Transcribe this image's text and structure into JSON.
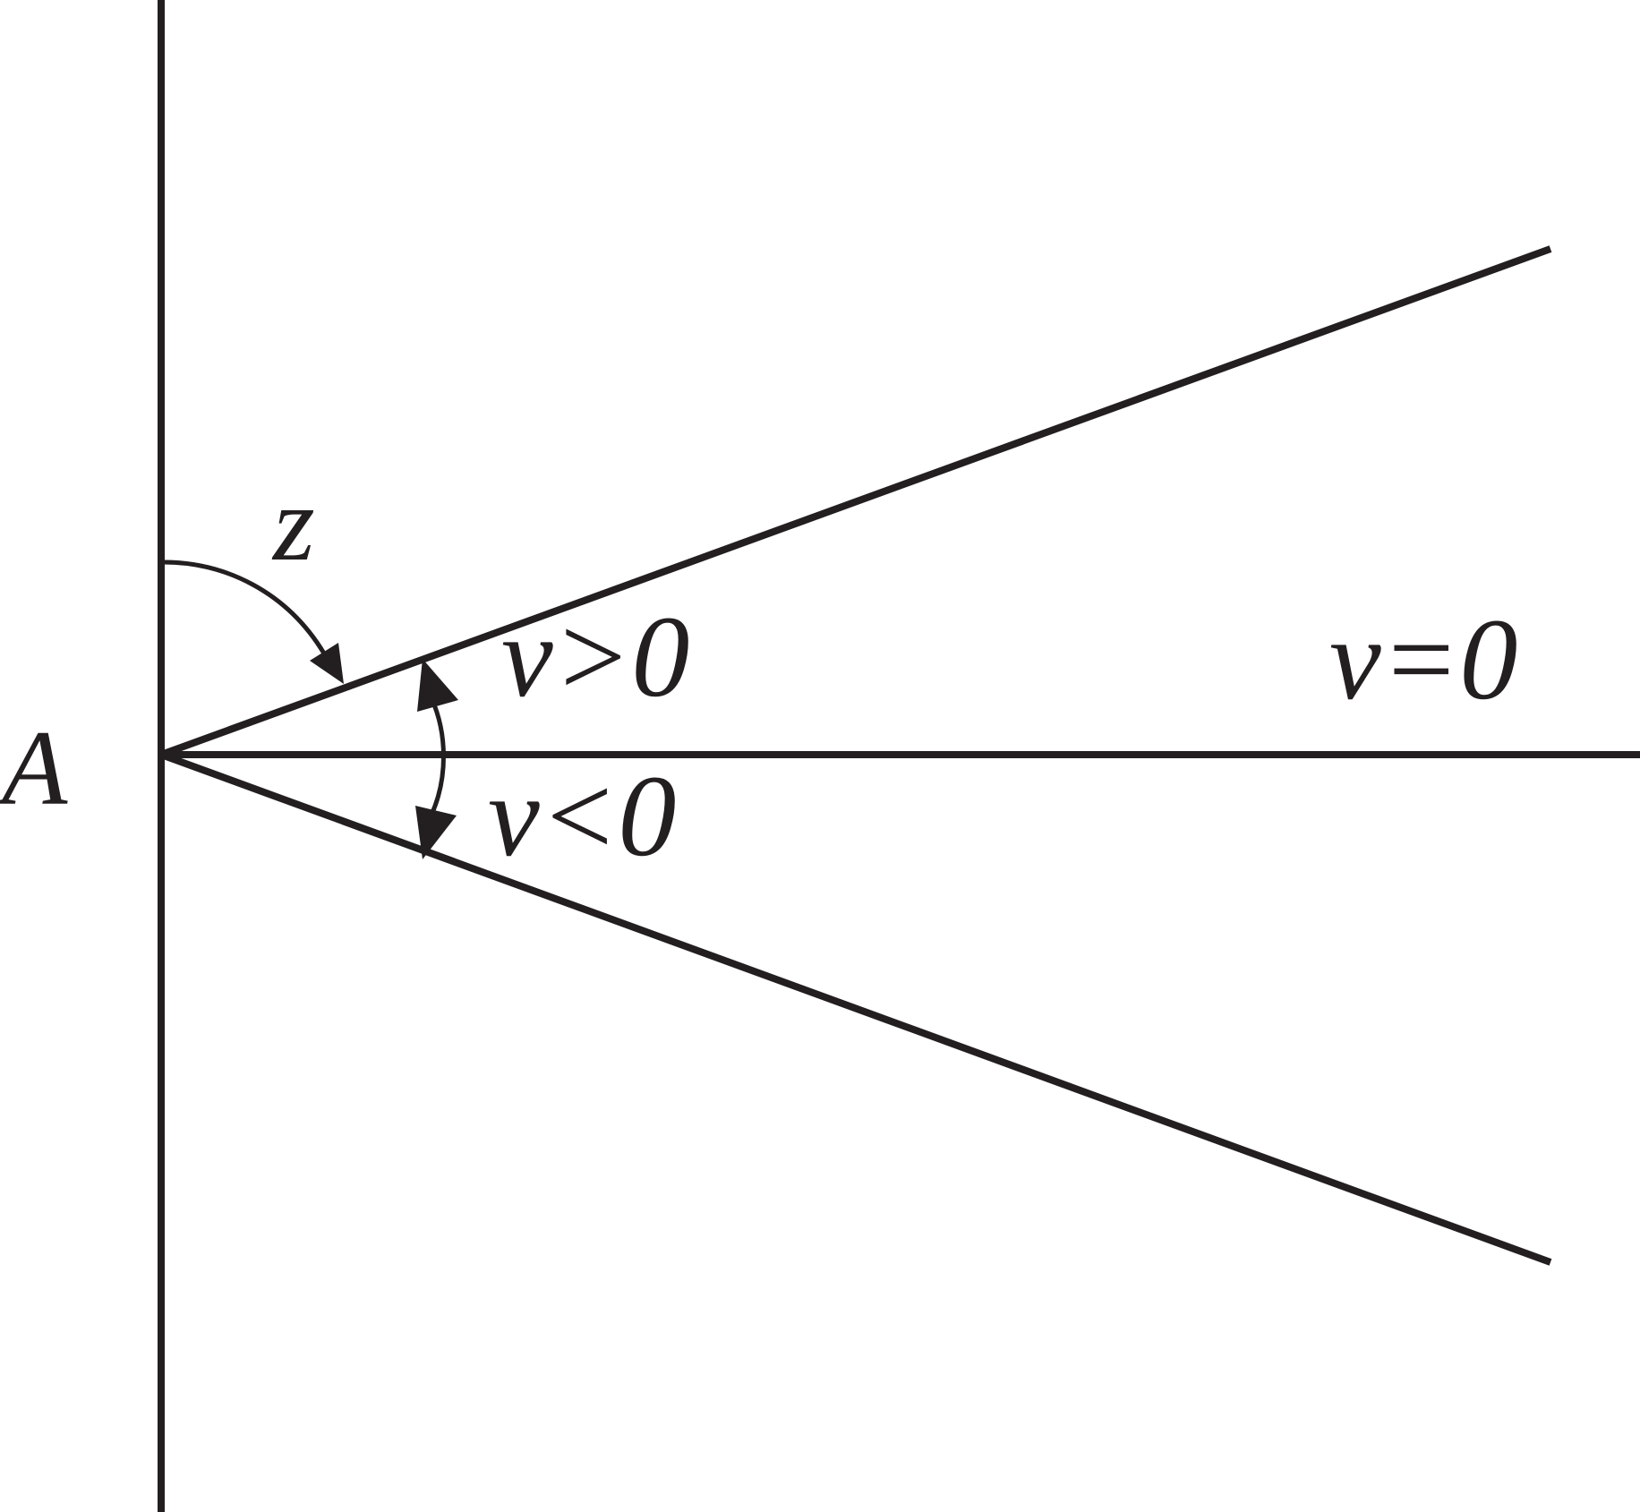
{
  "diagram": {
    "labels": {
      "point_a": "A",
      "angle_z": "z",
      "v_positive": "v>0",
      "v_zero": "v=0",
      "v_negative": "v<0"
    },
    "colors": {
      "ink": "#231f20",
      "background": "#ffffff"
    }
  }
}
